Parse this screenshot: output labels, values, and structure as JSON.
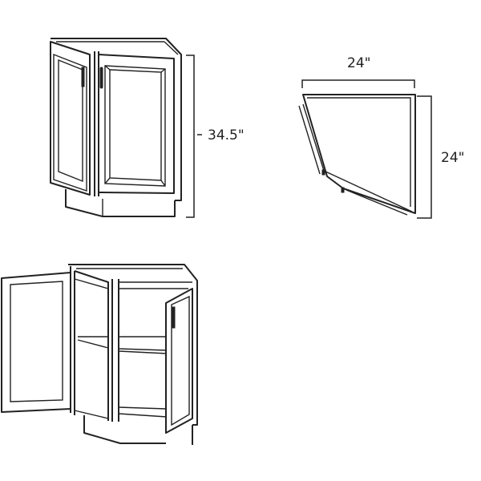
{
  "dimensions": {
    "height": "34.5\"",
    "plan_width": "24\"",
    "plan_depth": "24\""
  },
  "colors": {
    "line": "#222222",
    "background": "#ffffff"
  }
}
